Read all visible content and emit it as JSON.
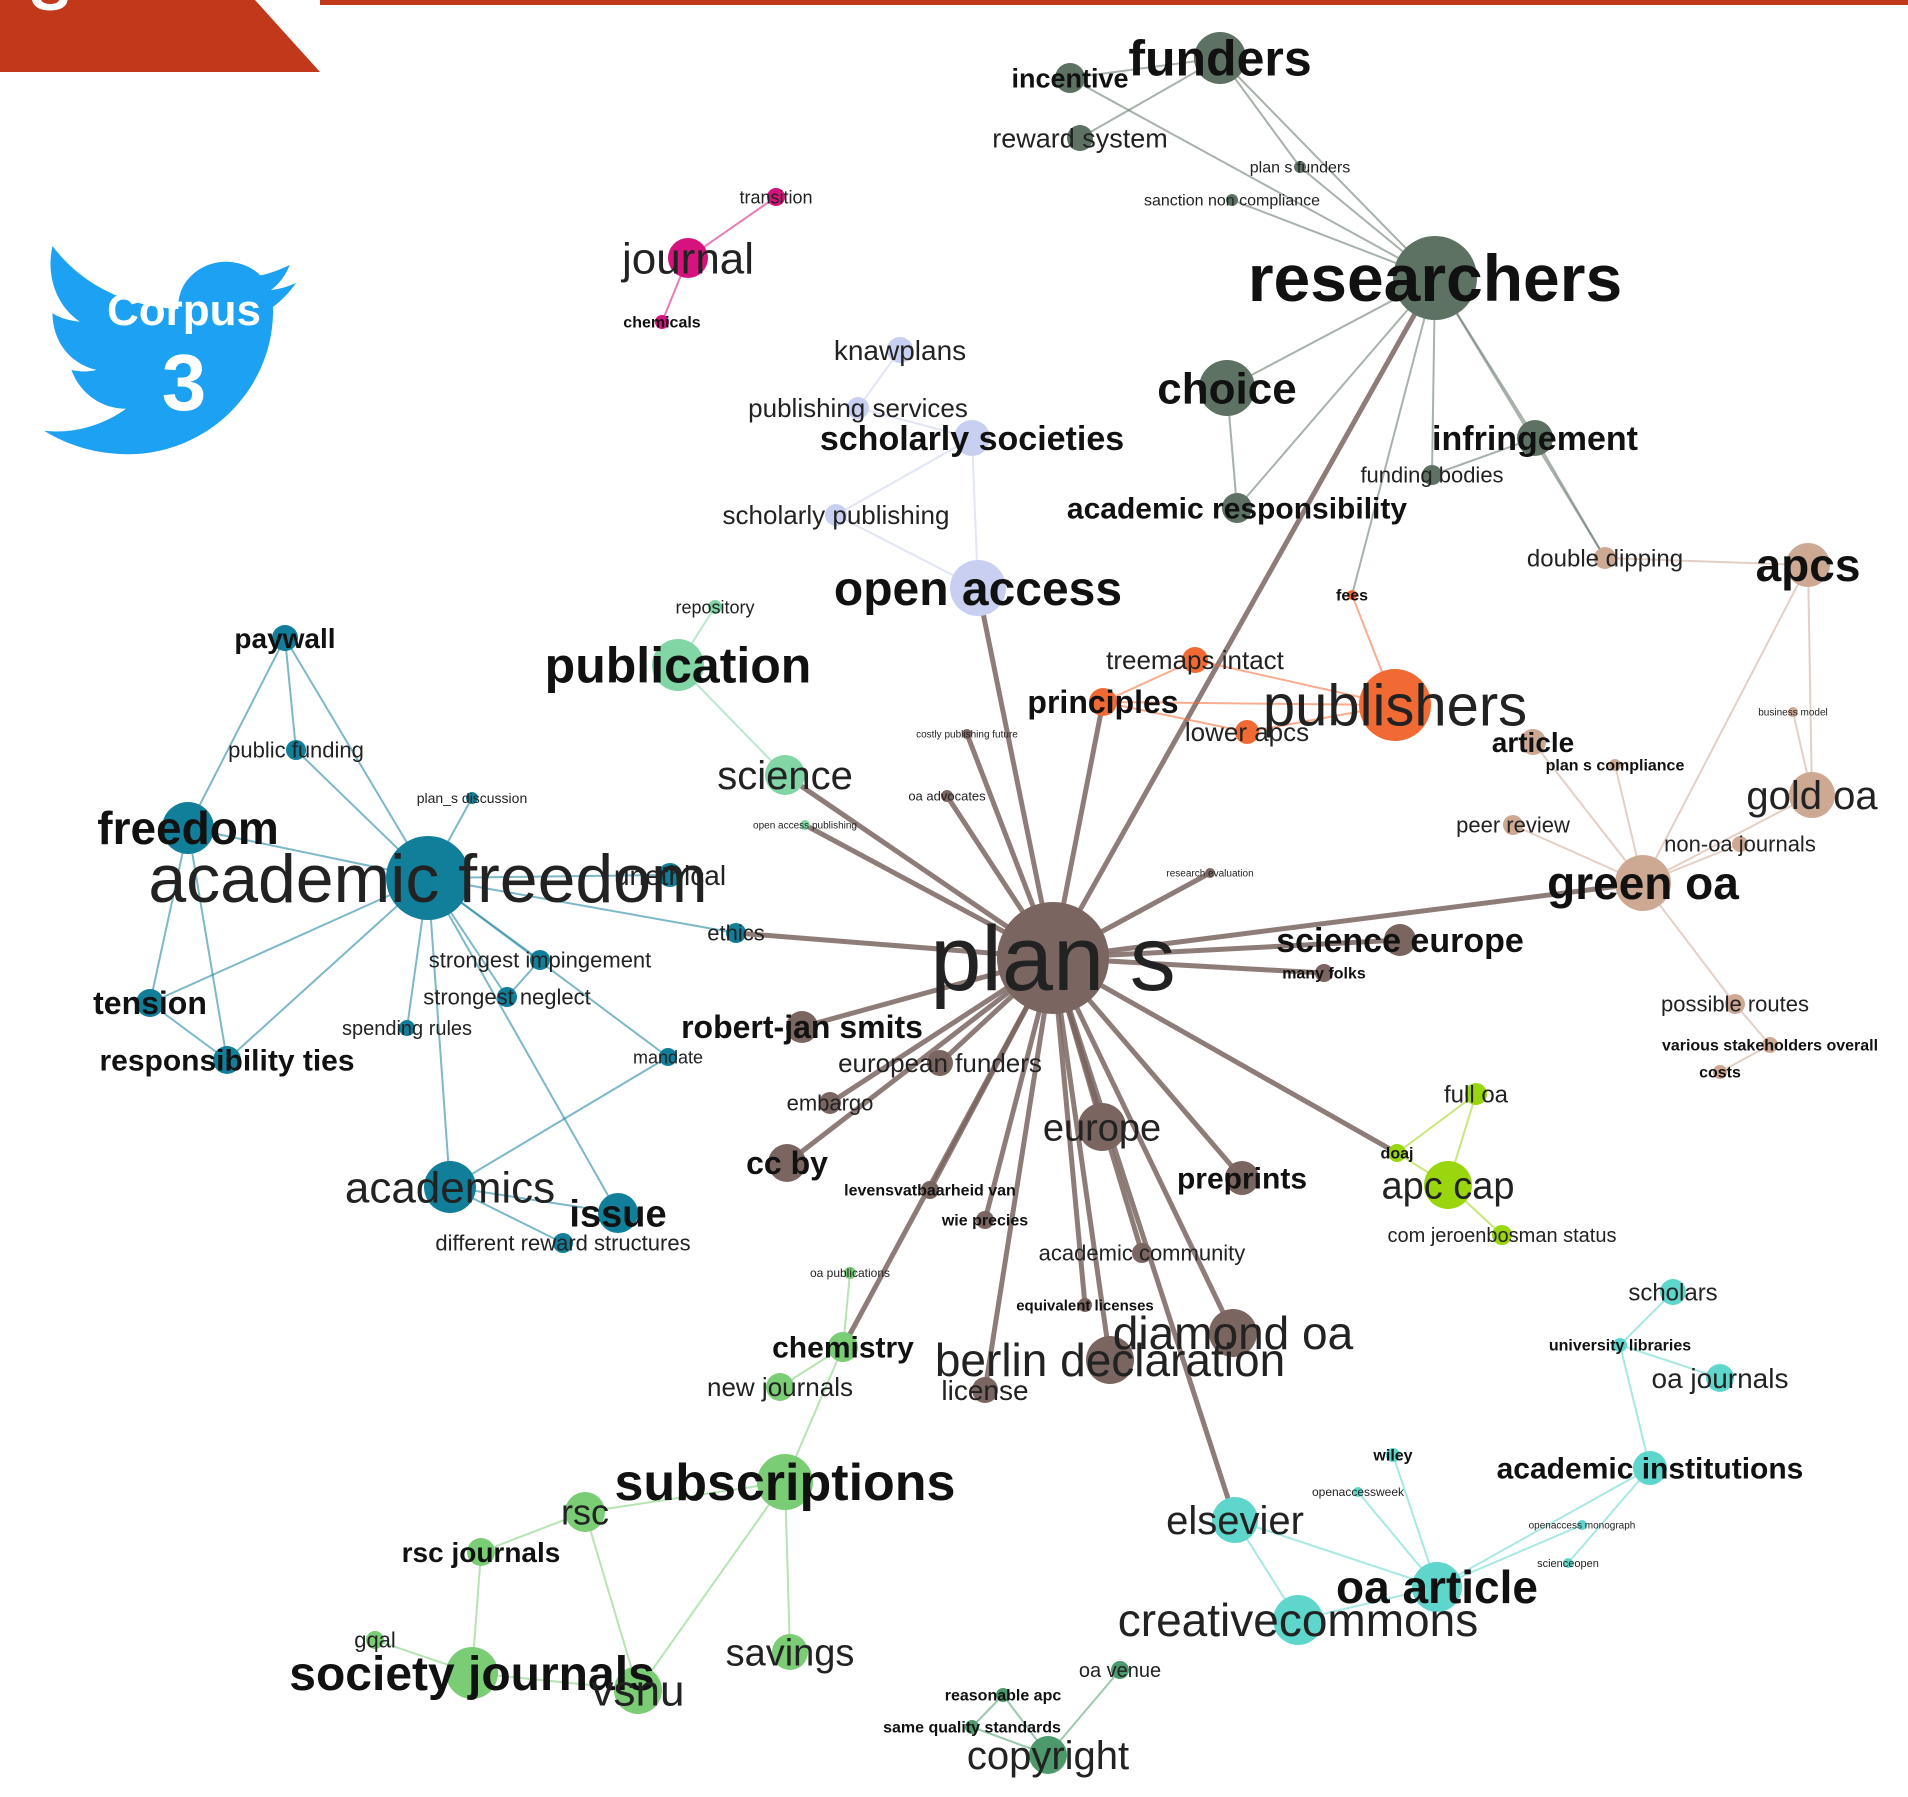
{
  "badge": {
    "label": "Corpus",
    "number": "3",
    "icon": "twitter-bird-icon",
    "color": "#1da1f2"
  },
  "banner": {
    "color": "#c1381a",
    "corner": "S"
  },
  "clusters": {
    "funders": "#5e7264",
    "journal": "#d6137c",
    "societies": "#c8cff0",
    "freedom": "#117e9a",
    "publication": "#82d6a6",
    "plan": "#7a6560",
    "publishers": "#f26a33",
    "oa": "#cda893",
    "apc": "#9ad60e",
    "subs": "#7acd75",
    "oaarticle": "#5fd6cc",
    "copyright": "#4c9a6c"
  },
  "nodes": [
    {
      "label": "funders",
      "cluster": "funders",
      "weight": "bold"
    },
    {
      "label": "incentive",
      "cluster": "funders",
      "weight": "bold"
    },
    {
      "label": "reward system",
      "cluster": "funders",
      "weight": "normal"
    },
    {
      "label": "plan s funders",
      "cluster": "funders",
      "weight": "normal"
    },
    {
      "label": "sanction non compliance",
      "cluster": "funders",
      "weight": "normal"
    },
    {
      "label": "researchers",
      "cluster": "funders",
      "weight": "bold"
    },
    {
      "label": "choice",
      "cluster": "funders",
      "weight": "bold"
    },
    {
      "label": "infringement",
      "cluster": "funders",
      "weight": "bold"
    },
    {
      "label": "funding bodies",
      "cluster": "funders",
      "weight": "normal"
    },
    {
      "label": "academic responsibility",
      "cluster": "funders",
      "weight": "bold"
    },
    {
      "label": "transition",
      "cluster": "journal",
      "weight": "normal"
    },
    {
      "label": "journal",
      "cluster": "journal",
      "weight": "normal"
    },
    {
      "label": "chemicals",
      "cluster": "journal",
      "weight": "bold"
    },
    {
      "label": "knawplans",
      "cluster": "societies",
      "weight": "normal"
    },
    {
      "label": "publishing services",
      "cluster": "societies",
      "weight": "normal"
    },
    {
      "label": "scholarly societies",
      "cluster": "societies",
      "weight": "bold"
    },
    {
      "label": "scholarly publishing",
      "cluster": "societies",
      "weight": "normal"
    },
    {
      "label": "open access",
      "cluster": "societies",
      "weight": "bold"
    },
    {
      "label": "paywall",
      "cluster": "freedom",
      "weight": "bold"
    },
    {
      "label": "public funding",
      "cluster": "freedom",
      "weight": "normal"
    },
    {
      "label": "plan_s discussion",
      "cluster": "freedom",
      "weight": "normal"
    },
    {
      "label": "freedom",
      "cluster": "freedom",
      "weight": "bold"
    },
    {
      "label": "academic freedom",
      "cluster": "freedom",
      "weight": "normal"
    },
    {
      "label": "unethical",
      "cluster": "freedom",
      "weight": "normal"
    },
    {
      "label": "ethics",
      "cluster": "freedom",
      "weight": "normal"
    },
    {
      "label": "strongest impingement",
      "cluster": "freedom",
      "weight": "normal"
    },
    {
      "label": "strongest neglect",
      "cluster": "freedom",
      "weight": "normal"
    },
    {
      "label": "spending rules",
      "cluster": "freedom",
      "weight": "normal"
    },
    {
      "label": "tension",
      "cluster": "freedom",
      "weight": "bold"
    },
    {
      "label": "responsibility ties",
      "cluster": "freedom",
      "weight": "bold"
    },
    {
      "label": "mandate",
      "cluster": "freedom",
      "weight": "normal"
    },
    {
      "label": "academics",
      "cluster": "freedom",
      "weight": "normal"
    },
    {
      "label": "issue",
      "cluster": "freedom",
      "weight": "bold"
    },
    {
      "label": "different reward structures",
      "cluster": "freedom",
      "weight": "normal"
    },
    {
      "label": "repository",
      "cluster": "publication",
      "weight": "normal"
    },
    {
      "label": "publication",
      "cluster": "publication",
      "weight": "bold"
    },
    {
      "label": "science",
      "cluster": "publication",
      "weight": "normal"
    },
    {
      "label": "open access publishing",
      "cluster": "publication",
      "weight": "normal"
    },
    {
      "label": "plan s",
      "cluster": "plan",
      "weight": "normal"
    },
    {
      "label": "costly publishing future",
      "cluster": "plan",
      "weight": "normal"
    },
    {
      "label": "oa advocates",
      "cluster": "plan",
      "weight": "normal"
    },
    {
      "label": "research evaluation",
      "cluster": "plan",
      "weight": "normal"
    },
    {
      "label": "science europe",
      "cluster": "plan",
      "weight": "bold"
    },
    {
      "label": "many folks",
      "cluster": "plan",
      "weight": "bold"
    },
    {
      "label": "robert-jan smits",
      "cluster": "plan",
      "weight": "bold"
    },
    {
      "label": "european funders",
      "cluster": "plan",
      "weight": "normal"
    },
    {
      "label": "embargo",
      "cluster": "plan",
      "weight": "normal"
    },
    {
      "label": "cc by",
      "cluster": "plan",
      "weight": "bold"
    },
    {
      "label": "europe",
      "cluster": "plan",
      "weight": "normal"
    },
    {
      "label": "preprints",
      "cluster": "plan",
      "weight": "bold"
    },
    {
      "label": "levensvatbaarheid van",
      "cluster": "plan",
      "weight": "bold"
    },
    {
      "label": "wie precies",
      "cluster": "plan",
      "weight": "bold"
    },
    {
      "label": "academic community",
      "cluster": "plan",
      "weight": "normal"
    },
    {
      "label": "equivalent licenses",
      "cluster": "plan",
      "weight": "bold"
    },
    {
      "label": "diamond oa",
      "cluster": "plan",
      "weight": "normal"
    },
    {
      "label": "berlin declaration",
      "cluster": "plan",
      "weight": "normal"
    },
    {
      "label": "license",
      "cluster": "plan",
      "weight": "normal"
    },
    {
      "label": "principles",
      "cluster": "publishers",
      "weight": "bold"
    },
    {
      "label": "treemaps intact",
      "cluster": "publishers",
      "weight": "normal"
    },
    {
      "label": "publishers",
      "cluster": "publishers",
      "weight": "normal"
    },
    {
      "label": "lower apcs",
      "cluster": "publishers",
      "weight": "normal"
    },
    {
      "label": "fees",
      "cluster": "publishers",
      "weight": "bold"
    },
    {
      "label": "double dipping",
      "cluster": "oa",
      "weight": "normal"
    },
    {
      "label": "apcs",
      "cluster": "oa",
      "weight": "bold"
    },
    {
      "label": "article",
      "cluster": "oa",
      "weight": "bold"
    },
    {
      "label": "plan s compliance",
      "cluster": "oa",
      "weight": "bold"
    },
    {
      "label": "business model",
      "cluster": "oa",
      "weight": "normal"
    },
    {
      "label": "gold oa",
      "cluster": "oa",
      "weight": "normal"
    },
    {
      "label": "peer review",
      "cluster": "oa",
      "weight": "normal"
    },
    {
      "label": "non-oa journals",
      "cluster": "oa",
      "weight": "normal"
    },
    {
      "label": "green oa",
      "cluster": "oa",
      "weight": "bold"
    },
    {
      "label": "possible routes",
      "cluster": "oa",
      "weight": "normal"
    },
    {
      "label": "various stakeholders overall",
      "cluster": "oa",
      "weight": "bold"
    },
    {
      "label": "costs",
      "cluster": "oa",
      "weight": "bold"
    },
    {
      "label": "full oa",
      "cluster": "apc",
      "weight": "normal"
    },
    {
      "label": "doaj",
      "cluster": "apc",
      "weight": "bold"
    },
    {
      "label": "apc cap",
      "cluster": "apc",
      "weight": "normal"
    },
    {
      "label": "com jeroenbosman status",
      "cluster": "apc",
      "weight": "normal"
    },
    {
      "label": "oa publications",
      "cluster": "subs",
      "weight": "normal"
    },
    {
      "label": "chemistry",
      "cluster": "subs",
      "weight": "bold"
    },
    {
      "label": "new journals",
      "cluster": "subs",
      "weight": "normal"
    },
    {
      "label": "subscriptions",
      "cluster": "subs",
      "weight": "bold"
    },
    {
      "label": "rsc",
      "cluster": "subs",
      "weight": "normal"
    },
    {
      "label": "rsc journals",
      "cluster": "subs",
      "weight": "bold"
    },
    {
      "label": "gqal",
      "cluster": "subs",
      "weight": "normal"
    },
    {
      "label": "society journals",
      "cluster": "subs",
      "weight": "bold"
    },
    {
      "label": "vsnu",
      "cluster": "subs",
      "weight": "normal"
    },
    {
      "label": "savings",
      "cluster": "subs",
      "weight": "normal"
    },
    {
      "label": "scholars",
      "cluster": "oaarticle",
      "weight": "normal"
    },
    {
      "label": "university libraries",
      "cluster": "oaarticle",
      "weight": "bold"
    },
    {
      "label": "oa journals",
      "cluster": "oaarticle",
      "weight": "normal"
    },
    {
      "label": "wiley",
      "cluster": "oaarticle",
      "weight": "bold"
    },
    {
      "label": "academic institutions",
      "cluster": "oaarticle",
      "weight": "bold"
    },
    {
      "label": "openaccessweek",
      "cluster": "oaarticle",
      "weight": "normal"
    },
    {
      "label": "openaccess monograph",
      "cluster": "oaarticle",
      "weight": "normal"
    },
    {
      "label": "elsevier",
      "cluster": "oaarticle",
      "weight": "normal"
    },
    {
      "label": "scienceopen",
      "cluster": "oaarticle",
      "weight": "normal"
    },
    {
      "label": "oa article",
      "cluster": "oaarticle",
      "weight": "bold"
    },
    {
      "label": "creativecommons",
      "cluster": "oaarticle",
      "weight": "normal"
    },
    {
      "label": "oa venue",
      "cluster": "copyright",
      "weight": "normal"
    },
    {
      "label": "reasonable apc",
      "cluster": "copyright",
      "weight": "bold"
    },
    {
      "label": "same quality standards",
      "cluster": "copyright",
      "weight": "bold"
    },
    {
      "label": "copyright",
      "cluster": "copyright",
      "weight": "normal"
    }
  ],
  "edges": [
    [
      "funders",
      "incentive"
    ],
    [
      "funders",
      "reward system"
    ],
    [
      "funders",
      "plan s funders"
    ],
    [
      "funders",
      "researchers"
    ],
    [
      "plan s funders",
      "researchers"
    ],
    [
      "sanction non compliance",
      "researchers"
    ],
    [
      "incentive",
      "researchers"
    ],
    [
      "researchers",
      "choice"
    ],
    [
      "researchers",
      "infringement"
    ],
    [
      "researchers",
      "funding bodies"
    ],
    [
      "researchers",
      "academic responsibility"
    ],
    [
      "researchers",
      "plan s"
    ],
    [
      "researchers",
      "fees"
    ],
    [
      "researchers",
      "double dipping"
    ],
    [
      "choice",
      "academic responsibility"
    ],
    [
      "infringement",
      "funding bodies"
    ],
    [
      "infringement",
      "double dipping"
    ],
    [
      "journal",
      "transition"
    ],
    [
      "journal",
      "chemicals"
    ],
    [
      "knawplans",
      "publishing services"
    ],
    [
      "publishing services",
      "scholarly societies"
    ],
    [
      "scholarly societies",
      "scholarly publishing"
    ],
    [
      "scholarly societies",
      "open access"
    ],
    [
      "scholarly publishing",
      "open access"
    ],
    [
      "open access",
      "plan s"
    ],
    [
      "paywall",
      "public funding"
    ],
    [
      "paywall",
      "freedom"
    ],
    [
      "paywall",
      "academic freedom"
    ],
    [
      "public funding",
      "academic freedom"
    ],
    [
      "freedom",
      "academic freedom"
    ],
    [
      "freedom",
      "tension"
    ],
    [
      "freedom",
      "responsibility ties"
    ],
    [
      "academic freedom",
      "plan_s discussion"
    ],
    [
      "academic freedom",
      "unethical"
    ],
    [
      "academic freedom",
      "ethics"
    ],
    [
      "academic freedom",
      "strongest impingement"
    ],
    [
      "academic freedom",
      "strongest neglect"
    ],
    [
      "academic freedom",
      "spending rules"
    ],
    [
      "academic freedom",
      "tension"
    ],
    [
      "academic freedom",
      "responsibility ties"
    ],
    [
      "academic freedom",
      "academics"
    ],
    [
      "academic freedom",
      "mandate"
    ],
    [
      "strongest impingement",
      "strongest neglect"
    ],
    [
      "academics",
      "issue"
    ],
    [
      "academics",
      "different reward structures"
    ],
    [
      "academics",
      "mandate"
    ],
    [
      "ethics",
      "plan s"
    ],
    [
      "tension",
      "responsibility ties"
    ],
    [
      "academic freedom",
      "issue"
    ],
    [
      "repository",
      "publication"
    ],
    [
      "publication",
      "science"
    ],
    [
      "science",
      "plan s"
    ],
    [
      "open access publishing",
      "plan s"
    ],
    [
      "plan s",
      "costly publishing future"
    ],
    [
      "plan s",
      "oa advocates"
    ],
    [
      "plan s",
      "research evaluation"
    ],
    [
      "plan s",
      "science europe"
    ],
    [
      "plan s",
      "many folks"
    ],
    [
      "plan s",
      "robert-jan smits"
    ],
    [
      "plan s",
      "european funders"
    ],
    [
      "plan s",
      "embargo"
    ],
    [
      "plan s",
      "cc by"
    ],
    [
      "plan s",
      "europe"
    ],
    [
      "plan s",
      "preprints"
    ],
    [
      "plan s",
      "levensvatbaarheid van"
    ],
    [
      "plan s",
      "wie precies"
    ],
    [
      "plan s",
      "academic community"
    ],
    [
      "plan s",
      "diamond oa"
    ],
    [
      "plan s",
      "berlin declaration"
    ],
    [
      "plan s",
      "principles"
    ],
    [
      "plan s",
      "green oa"
    ],
    [
      "plan s",
      "doaj"
    ],
    [
      "plan s",
      "chemistry"
    ],
    [
      "plan s",
      "license"
    ],
    [
      "plan s",
      "equivalent licenses"
    ],
    [
      "principles",
      "treemaps intact"
    ],
    [
      "principles",
      "publishers"
    ],
    [
      "principles",
      "lower apcs"
    ],
    [
      "publishers",
      "lower apcs"
    ],
    [
      "publishers",
      "fees"
    ],
    [
      "treemaps intact",
      "publishers"
    ],
    [
      "double dipping",
      "apcs"
    ],
    [
      "apcs",
      "gold oa"
    ],
    [
      "apcs",
      "green oa"
    ],
    [
      "gold oa",
      "green oa"
    ],
    [
      "green oa",
      "article"
    ],
    [
      "green oa",
      "plan s compliance"
    ],
    [
      "green oa",
      "peer review"
    ],
    [
      "green oa",
      "non-oa journals"
    ],
    [
      "green oa",
      "possible routes"
    ],
    [
      "possible routes",
      "various stakeholders overall"
    ],
    [
      "various stakeholders overall",
      "costs"
    ],
    [
      "business model",
      "gold oa"
    ],
    [
      "doaj",
      "full oa"
    ],
    [
      "doaj",
      "apc cap"
    ],
    [
      "apc cap",
      "full oa"
    ],
    [
      "apc cap",
      "com jeroenbosman status"
    ],
    [
      "chemistry",
      "new journals"
    ],
    [
      "chemistry",
      "subscriptions"
    ],
    [
      "subscriptions",
      "rsc"
    ],
    [
      "subscriptions",
      "savings"
    ],
    [
      "subscriptions",
      "vsnu"
    ],
    [
      "rsc",
      "rsc journals"
    ],
    [
      "rsc",
      "vsnu"
    ],
    [
      "rsc journals",
      "society journals"
    ],
    [
      "society journals",
      "gqal"
    ],
    [
      "society journals",
      "vsnu"
    ],
    [
      "oa publications",
      "chemistry"
    ],
    [
      "scholars",
      "university libraries"
    ],
    [
      "university libraries",
      "oa journals"
    ],
    [
      "university libraries",
      "academic institutions"
    ],
    [
      "academic institutions",
      "oa article"
    ],
    [
      "academic institutions",
      "scienceopen"
    ],
    [
      "oa article",
      "elsevier"
    ],
    [
      "oa article",
      "creativecommons"
    ],
    [
      "oa article",
      "wiley"
    ],
    [
      "oa article",
      "openaccessweek"
    ],
    [
      "elsevier",
      "creativecommons"
    ],
    [
      "openaccess monograph",
      "oa article"
    ],
    [
      "elsevier",
      "plan s"
    ],
    [
      "reasonable apc",
      "copyright"
    ],
    [
      "same quality standards",
      "copyright"
    ],
    [
      "oa venue",
      "copyright"
    ],
    [
      "reasonable apc",
      "same quality standards"
    ]
  ]
}
